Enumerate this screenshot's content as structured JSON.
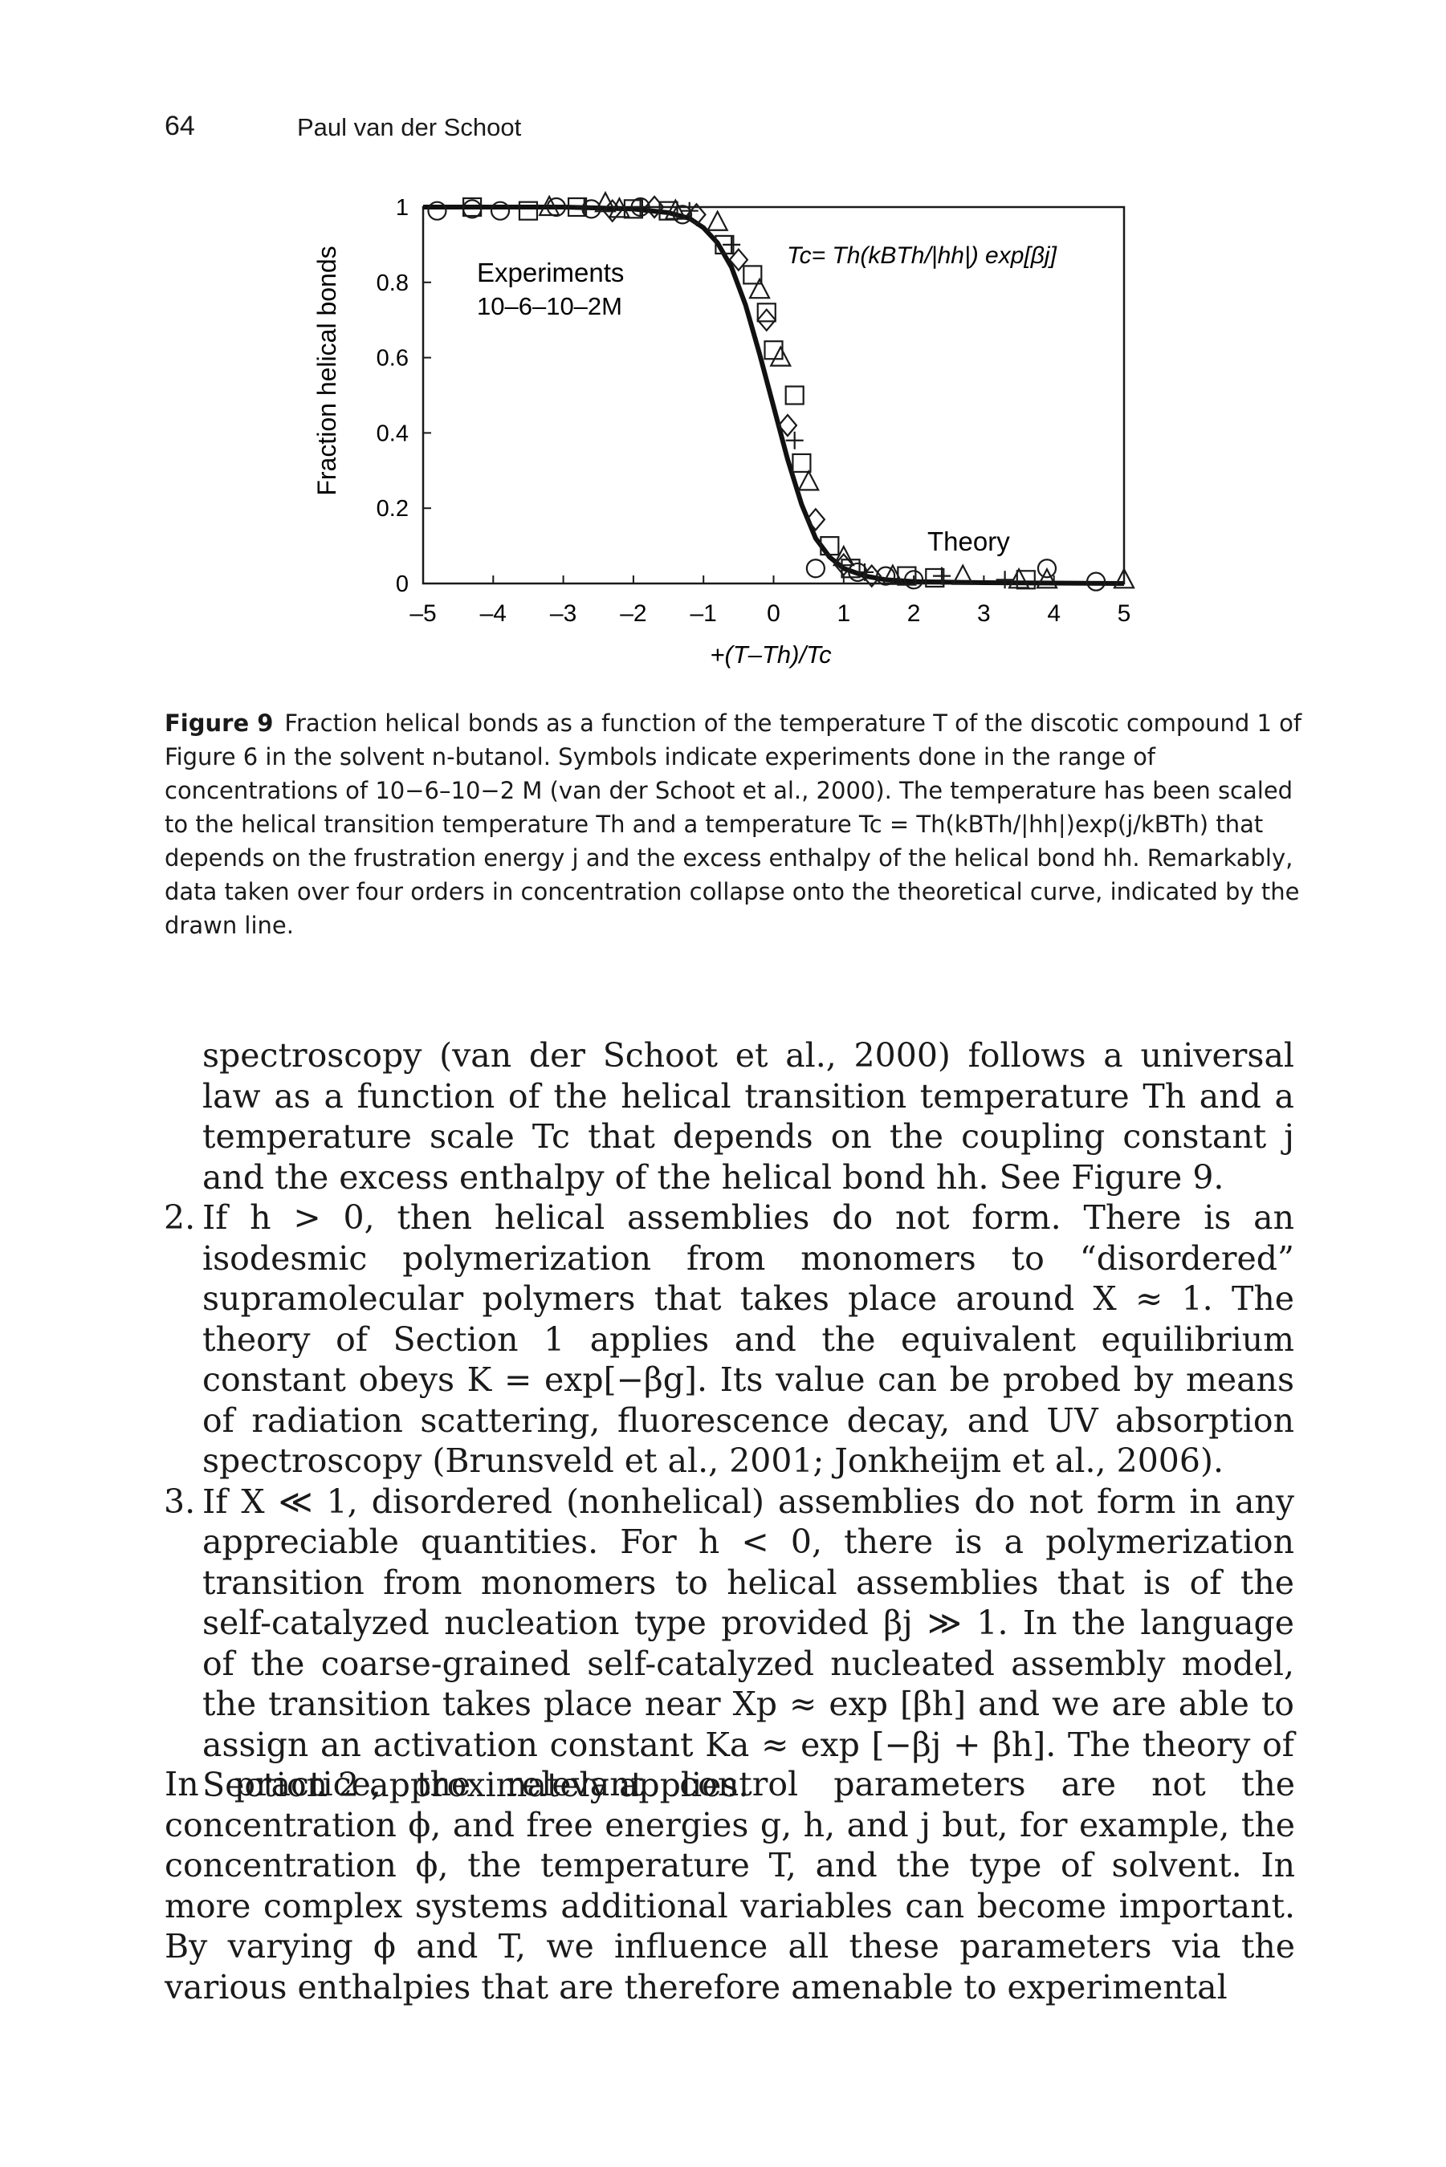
{
  "header": {
    "page_number": "64",
    "running_head": "Paul van der Schoot"
  },
  "chart_data": {
    "type": "scatter",
    "xlabel": "+(T–Th)/Tc",
    "ylabel": "Fraction helical bonds",
    "xlim": [
      -5,
      5
    ],
    "ylim": [
      0,
      1
    ],
    "x_ticks": [
      "–5",
      "–4",
      "–3",
      "–2",
      "–1",
      "0",
      "1",
      "2",
      "3",
      "4",
      "5"
    ],
    "y_ticks": [
      "0",
      "0.2",
      "0.4",
      "0.6",
      "0.8",
      "1"
    ],
    "annotations": {
      "experiments_line1": "Experiments",
      "experiments_line2": "10–6–10–2M",
      "formula": "Tc= Th(kBTh/|hh|) exp[βj]",
      "theory": "Theory"
    },
    "series": [
      {
        "name": "Theory",
        "style": "line",
        "x": [
          -5,
          -3,
          -2,
          -1.5,
          -1.2,
          -1.0,
          -0.8,
          -0.6,
          -0.4,
          -0.2,
          0,
          0.2,
          0.4,
          0.6,
          0.8,
          1.0,
          1.3,
          1.6,
          2,
          3,
          4,
          5
        ],
        "y": [
          1.0,
          1.0,
          0.995,
          0.985,
          0.97,
          0.945,
          0.905,
          0.84,
          0.74,
          0.61,
          0.47,
          0.33,
          0.21,
          0.12,
          0.07,
          0.04,
          0.02,
          0.01,
          0.005,
          0.002,
          0.001,
          0.0
        ]
      },
      {
        "name": "circles",
        "style": "circle",
        "x": [
          -4.8,
          -4.3,
          -3.9,
          -3.1,
          -2.6,
          -1.9,
          -1.3,
          0.6,
          1.2,
          1.6,
          2.0,
          3.9,
          4.6
        ],
        "y": [
          0.99,
          0.995,
          0.99,
          1.0,
          0.995,
          1.0,
          0.98,
          0.04,
          0.03,
          0.02,
          0.01,
          0.04,
          0.005
        ]
      },
      {
        "name": "squares",
        "style": "square",
        "x": [
          -4.3,
          -3.5,
          -2.8,
          -2.0,
          -1.5,
          -0.7,
          -0.3,
          -0.1,
          0.0,
          0.3,
          0.4,
          0.8,
          1.1,
          1.9,
          2.3,
          3.6
        ],
        "y": [
          1.0,
          0.99,
          1.0,
          0.995,
          0.99,
          0.9,
          0.82,
          0.72,
          0.62,
          0.5,
          0.32,
          0.1,
          0.04,
          0.02,
          0.015,
          0.01
        ]
      },
      {
        "name": "triangles",
        "style": "triangle",
        "x": [
          -3.2,
          -2.4,
          -2.2,
          -1.4,
          -0.8,
          -0.2,
          0.1,
          0.5,
          1.0,
          1.7,
          2.7,
          3.5,
          3.9,
          5.0
        ],
        "y": [
          1.0,
          1.01,
          0.995,
          0.99,
          0.96,
          0.78,
          0.6,
          0.27,
          0.07,
          0.02,
          0.02,
          0.01,
          0.01,
          0.01
        ]
      },
      {
        "name": "diamonds",
        "style": "diamond",
        "x": [
          -2.3,
          -1.7,
          -1.1,
          -0.5,
          -0.1,
          0.2,
          0.6,
          1.0,
          1.4
        ],
        "y": [
          0.99,
          1.0,
          0.98,
          0.86,
          0.7,
          0.42,
          0.17,
          0.05,
          0.02
        ]
      },
      {
        "name": "crosses",
        "style": "cross",
        "x": [
          -2.7,
          -1.9,
          -1.2,
          -0.6,
          0.3,
          1.3,
          2.4,
          3.3
        ],
        "y": [
          1.0,
          1.0,
          0.99,
          0.9,
          0.38,
          0.03,
          0.02,
          0.01
        ]
      }
    ]
  },
  "caption": {
    "label": "Figure 9",
    "text": "Fraction helical bonds as a function of the temperature T of the discotic compound 1 of Figure 6 in the solvent n-butanol. Symbols indicate experiments done in the range of concentrations of 10−6–10−2 M (van der Schoot et al., 2000). The temperature has been scaled to the helical transition temperature Th and a temperature Tc = Th(kBTh/|hh|)exp(j/kBTh) that depends on the frustration energy j and the excess enthalpy of the helical bond hh. Remarkably, data taken over four orders in concentration collapse onto the theoretical curve, indicated by the drawn line."
  },
  "body": {
    "continuation": "spectroscopy (van der Schoot et al., 2000) follows a universal law as a function of the helical transition temperature Th and a temperature scale Tc that depends on the coupling constant j and the excess enthalpy of the helical bond hh. See Figure 9.",
    "items": [
      {
        "number": "2.",
        "text": "If h > 0, then helical assemblies do not form. There is an isodesmic polymerization from monomers to “disordered” supramolecular polymers that takes place around X ≈ 1. The theory of Section 1 applies and the equivalent equilibrium constant obeys K = exp[−βg]. Its value can be probed by means of radiation scattering, fluorescence decay, and UV absorption spectroscopy (Brunsveld et al., 2001; Jonkheijm et al., 2006)."
      },
      {
        "number": "3.",
        "text": "If X ≪ 1, disordered (nonhelical) assemblies do not form in any appreciable quantities. For h < 0, there is a polymerization transition from monomers to helical assemblies that is of the self-catalyzed nucleation type provided βj ≫ 1. In the language of the coarse-grained self-catalyzed nucleated assembly model, the transition takes place near Xp ≈ exp [βh] and we are able to assign an activation constant Ka ≈ exp [−βj + βh]. The theory of Section 2 approximately applies."
      }
    ],
    "paragraph": "In practice, the relevant control parameters are not the concentration ϕ, and free energies g, h, and j but, for example, the concentration ϕ, the temperature T, and the type of solvent. In more complex systems additional variables can become important. By varying ϕ and T, we influence all these parameters via the various enthalpies that are therefore amenable to experimental"
  }
}
